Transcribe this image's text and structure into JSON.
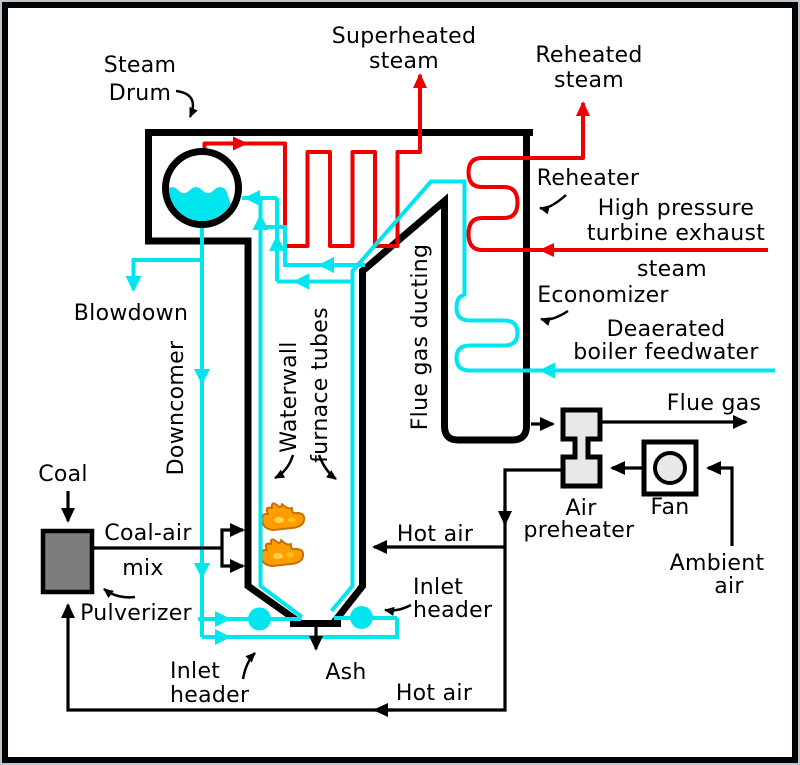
{
  "colors": {
    "steam_pipe_red": "#ee0000",
    "water_pipe_cyan": "#00e5ee",
    "flame_orange": "#ff9d00",
    "pulverizer_gray": "#7c7c7c",
    "equipment_gray": "#e8e8e8",
    "line_black": "#000000"
  },
  "labels": {
    "steam_drum": [
      "Steam",
      "Drum"
    ],
    "superheated_steam": [
      "Superheated",
      "steam"
    ],
    "reheated_steam": [
      "Reheated",
      "steam"
    ],
    "reheater": "Reheater",
    "hp_exhaust": [
      "High pressure",
      "turbine exhaust",
      "steam"
    ],
    "economizer": "Economizer",
    "feedwater": [
      "Deaerated",
      "boiler feedwater"
    ],
    "flue_gas": "Flue gas",
    "air_preheater": [
      "Air",
      "preheater"
    ],
    "fan": "Fan",
    "ambient_air": [
      "Ambient",
      "air"
    ],
    "blowdown": "Blowdown",
    "downcomer": "Downcomer",
    "waterwall": [
      "Waterwall",
      "furnace tubes"
    ],
    "flue_gas_ducting": "Flue gas ducting",
    "coal": "Coal",
    "coal_air_mix": [
      "Coal-air",
      "mix"
    ],
    "pulverizer": "Pulverizer",
    "inlet_header_left": [
      "Inlet",
      "header"
    ],
    "inlet_header_right": [
      "Inlet",
      "header"
    ],
    "hot_air_mid": "Hot air",
    "hot_air_bottom": "Hot air",
    "ash": "Ash"
  }
}
